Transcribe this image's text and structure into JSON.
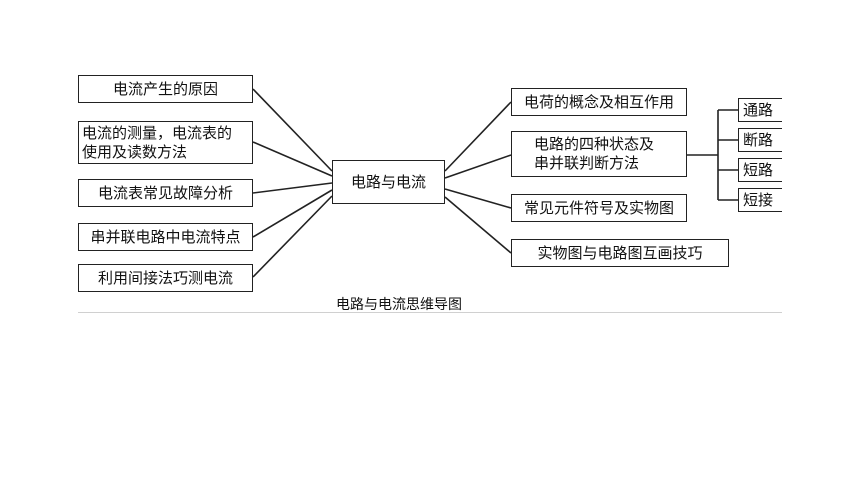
{
  "center": "电路与电流",
  "left_nodes": [
    {
      "lines": [
        "电流产生的原因"
      ]
    },
    {
      "lines": [
        "电流的测量，电流表的",
        "使用及读数方法"
      ]
    },
    {
      "lines": [
        "电流表常见故障分析"
      ]
    },
    {
      "lines": [
        "串并联电路中电流特点"
      ]
    },
    {
      "lines": [
        "利用间接法巧测电流"
      ]
    }
  ],
  "right_nodes": [
    {
      "lines": [
        "电荷的概念及相互作用"
      ]
    },
    {
      "lines": [
        "电路的四种状态及",
        "串并联判断方法"
      ]
    },
    {
      "lines": [
        "常见元件符号及实物图"
      ]
    },
    {
      "lines": [
        "实物图与电路图互画技巧"
      ]
    }
  ],
  "state_nodes": [
    "通路",
    "断路",
    "短路",
    "短接"
  ],
  "caption": "电路与电流思维导图"
}
